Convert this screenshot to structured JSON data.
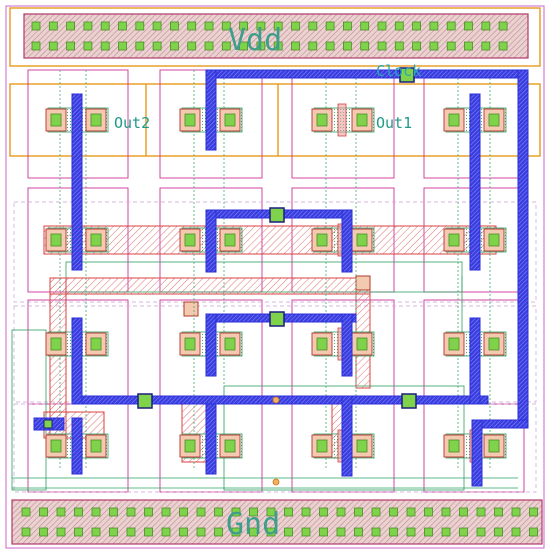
{
  "labels": {
    "vdd": "Vdd",
    "gnd": "Gnd",
    "clock": "Clock",
    "out1": "Out1",
    "out2": "Out2"
  },
  "colors": {
    "background": "#ffffff",
    "rail_fill": "#e6c6c6",
    "rail_border": "#b03a6a",
    "contact": "#7fd34a",
    "nwell": "#e8a02a",
    "cell_border": "#cc3399",
    "poly": "#d84040",
    "diffusion": "#2aa060",
    "metal2": "#2b2fd8",
    "rail_text": "#3f9d8c",
    "label_text": "#1f9a8a",
    "clock_text": "#2aa6b5"
  },
  "icons": {
    "contact": "contact-square",
    "via": "via-square",
    "poly-contact": "poly-contact-square"
  }
}
